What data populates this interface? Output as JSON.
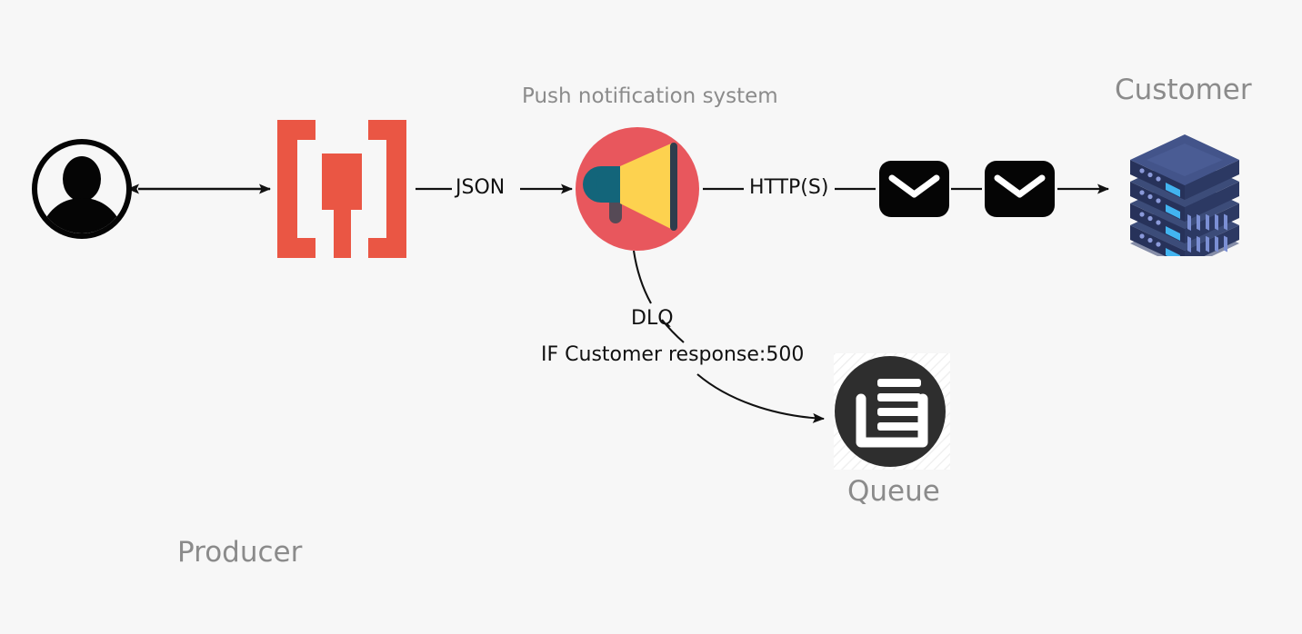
{
  "diagram": {
    "title_visible": false,
    "background_color": "#f7f7f7",
    "nodes": [
      {
        "id": "producer",
        "icon": "person-circle-icon",
        "label": "Producer",
        "label_color": "#8b8b8b"
      },
      {
        "id": "quarkus",
        "icon": "quarkus-bracket-logo-icon",
        "label": "",
        "color": "#ea5644"
      },
      {
        "id": "push",
        "icon": "megaphone-icon",
        "label": "Push notification system",
        "label_color": "#8b8b8b",
        "color": "#e8575d"
      },
      {
        "id": "envelope1",
        "icon": "envelope-icon",
        "label": "",
        "color": "#050505"
      },
      {
        "id": "envelope2",
        "icon": "envelope-icon",
        "label": "",
        "color": "#050505"
      },
      {
        "id": "customer",
        "icon": "server-stack-icon",
        "label": "Customer",
        "label_color": "#8b8b8b",
        "color": "#2e3c66"
      },
      {
        "id": "queue",
        "icon": "queue-stack-icon",
        "label": "Queue",
        "label_color": "#8b8b8b",
        "color": "#2e2e2e"
      }
    ],
    "edges": [
      {
        "id": "producer-quarkus",
        "label": "",
        "from": "producer",
        "to": "quarkus",
        "arrow": "double"
      },
      {
        "id": "quarkus-push",
        "label": "JSON",
        "from": "quarkus",
        "to": "push",
        "arrow": "single"
      },
      {
        "id": "push-envelope1",
        "label": "HTTP(S)",
        "from": "push",
        "to": "envelope1",
        "arrow": "none"
      },
      {
        "id": "envelope1-envelope2",
        "label": "",
        "from": "envelope1",
        "to": "envelope2",
        "arrow": "none"
      },
      {
        "id": "envelope2-customer",
        "label": "",
        "from": "envelope2",
        "to": "customer",
        "arrow": "single"
      },
      {
        "id": "push-queue",
        "label": "DLQ",
        "sublabel": "IF Customer response:500",
        "from": "push",
        "to": "queue",
        "arrow": "single",
        "style": "curved"
      }
    ],
    "labels": {
      "push_notification_system": "Push notification system",
      "customer": "Customer",
      "producer": "Producer",
      "queue": "Queue",
      "json": "JSON",
      "https": "HTTP(S)",
      "dlq": "DLQ",
      "if_condition": "IF Customer response:500"
    },
    "colors": {
      "background": "#f7f7f7",
      "muted_text": "#8b8b8b",
      "edge_text": "#111111",
      "quarkus_red": "#ea5644",
      "megaphone_circle": "#e8575d",
      "megaphone_cone": "#fdd24f",
      "megaphone_cap": "#13657a",
      "megaphone_handle": "#564a56",
      "megaphone_bar": "#2e3d4d",
      "envelope": "#050505",
      "server_top": "#3f5080",
      "server_body": "#2e3c66",
      "server_led": "#42b4f0",
      "queue_circle": "#2e2e2e",
      "stroke": "#111111"
    }
  }
}
